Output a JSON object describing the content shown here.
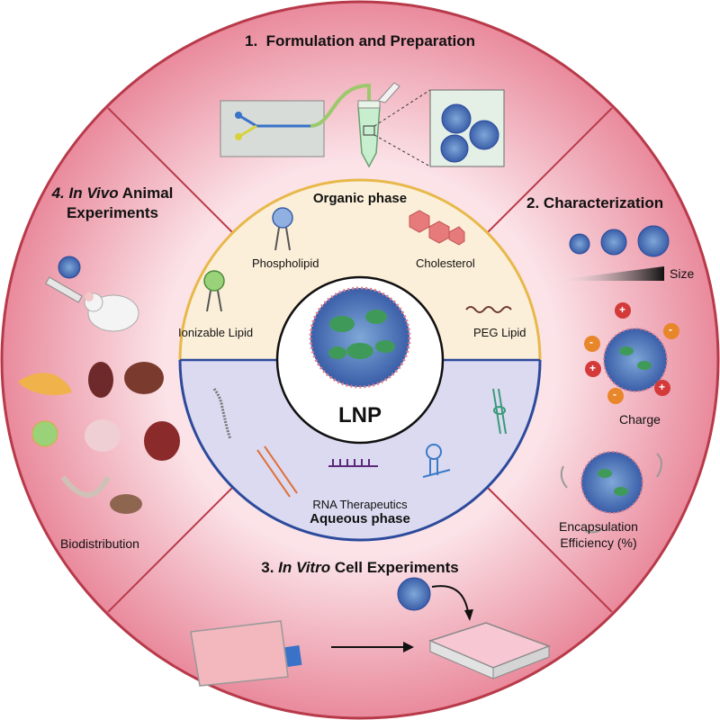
{
  "sections": {
    "formulation": {
      "number": "1.",
      "title": "Formulation and Preparation"
    },
    "characterization": {
      "number": "2.",
      "title": "Characterization",
      "size_label": "Size",
      "charge_label": "Charge",
      "encapsulation_line1": "Encapsulation",
      "encapsulation_line2": "Efficiency (%)"
    },
    "in_vitro": {
      "number": "3.",
      "title_italic": "In Vitro",
      "title_rest": " Cell Experiments"
    },
    "in_vivo": {
      "number": "4.",
      "title_italic": "In Vivo",
      "title_rest": " Animal",
      "title_line2": "Experiments",
      "biodistribution_label": "Biodistribution"
    }
  },
  "inner": {
    "organic_phase": "Organic phase",
    "aqueous_phase": "Aqueous phase",
    "phospholipid": "Phospholipid",
    "cholesterol": "Cholesterol",
    "ionizable_lipid": "Ionizable Lipid",
    "peg_lipid": "PEG Lipid",
    "rna_therapeutics": "RNA Therapeutics",
    "center_label": "LNP"
  },
  "charge_signs": [
    "+",
    "-",
    "+",
    "-",
    "+",
    "-"
  ],
  "colors": {
    "outer_ring": "#e98a9c",
    "divider": "#b83a4a",
    "organic": "#fcefd9",
    "aqueous": "#dcdaf0",
    "gold": "#e8b84a",
    "blue": "#2c4a9c"
  }
}
